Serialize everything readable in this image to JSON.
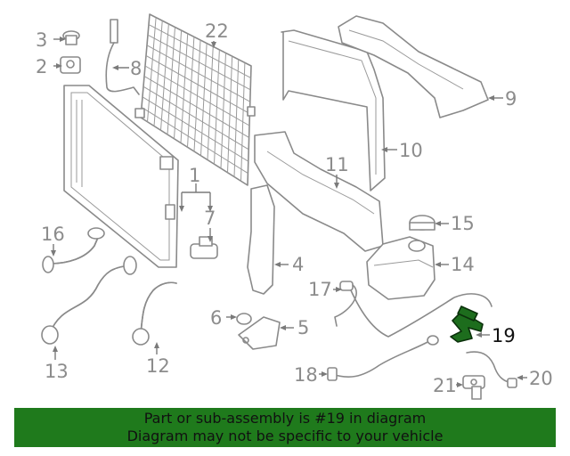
{
  "callouts": [
    {
      "id": "1",
      "label": "1"
    },
    {
      "id": "2",
      "label": "2"
    },
    {
      "id": "3",
      "label": "3"
    },
    {
      "id": "4",
      "label": "4"
    },
    {
      "id": "5",
      "label": "5"
    },
    {
      "id": "6",
      "label": "6"
    },
    {
      "id": "7",
      "label": "7"
    },
    {
      "id": "8",
      "label": "8"
    },
    {
      "id": "9",
      "label": "9"
    },
    {
      "id": "10",
      "label": "10"
    },
    {
      "id": "11",
      "label": "11"
    },
    {
      "id": "12",
      "label": "12"
    },
    {
      "id": "13",
      "label": "13"
    },
    {
      "id": "14",
      "label": "14"
    },
    {
      "id": "15",
      "label": "15"
    },
    {
      "id": "16",
      "label": "16"
    },
    {
      "id": "17",
      "label": "17"
    },
    {
      "id": "18",
      "label": "18"
    },
    {
      "id": "19",
      "label": "19"
    },
    {
      "id": "20",
      "label": "20"
    },
    {
      "id": "21",
      "label": "21"
    },
    {
      "id": "22",
      "label": "22"
    }
  ],
  "highlighted_part": "19",
  "colors": {
    "highlight": "#1d6d1d",
    "banner": "#1f7a1c",
    "line": "#8a8a8a"
  },
  "banner": {
    "line1": "Part or sub-assembly is #19 in diagram",
    "line2": "Diagram may not be specific to your vehicle"
  }
}
